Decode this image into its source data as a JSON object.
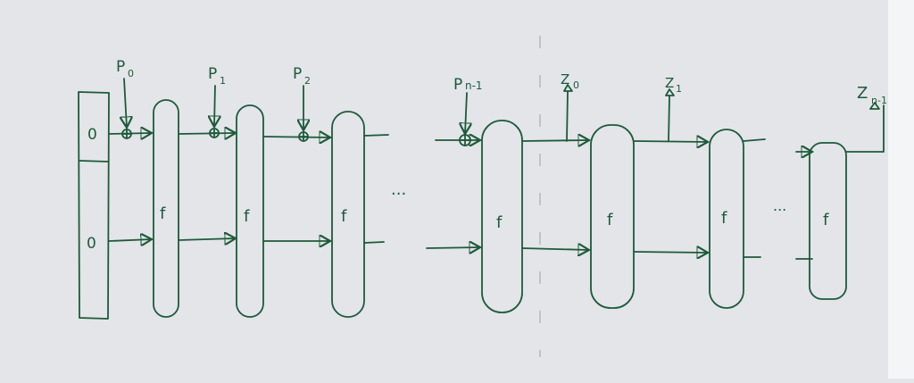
{
  "diagram": {
    "ink_color": "#1d5a3a",
    "paper_color": "#e3e5e8",
    "initial_state": [
      "0",
      "0"
    ],
    "function_label": "f",
    "ellipsis": "...",
    "inputs": [
      {
        "base": "P",
        "sub": "0"
      },
      {
        "base": "P",
        "sub": "1"
      },
      {
        "base": "P",
        "sub": "2"
      },
      {
        "base": "P",
        "sub": "n-1"
      }
    ],
    "outputs": [
      {
        "base": "Z",
        "sub": "0"
      },
      {
        "base": "Z",
        "sub": "1"
      },
      {
        "base": "Z",
        "sub": "n-1"
      }
    ]
  }
}
